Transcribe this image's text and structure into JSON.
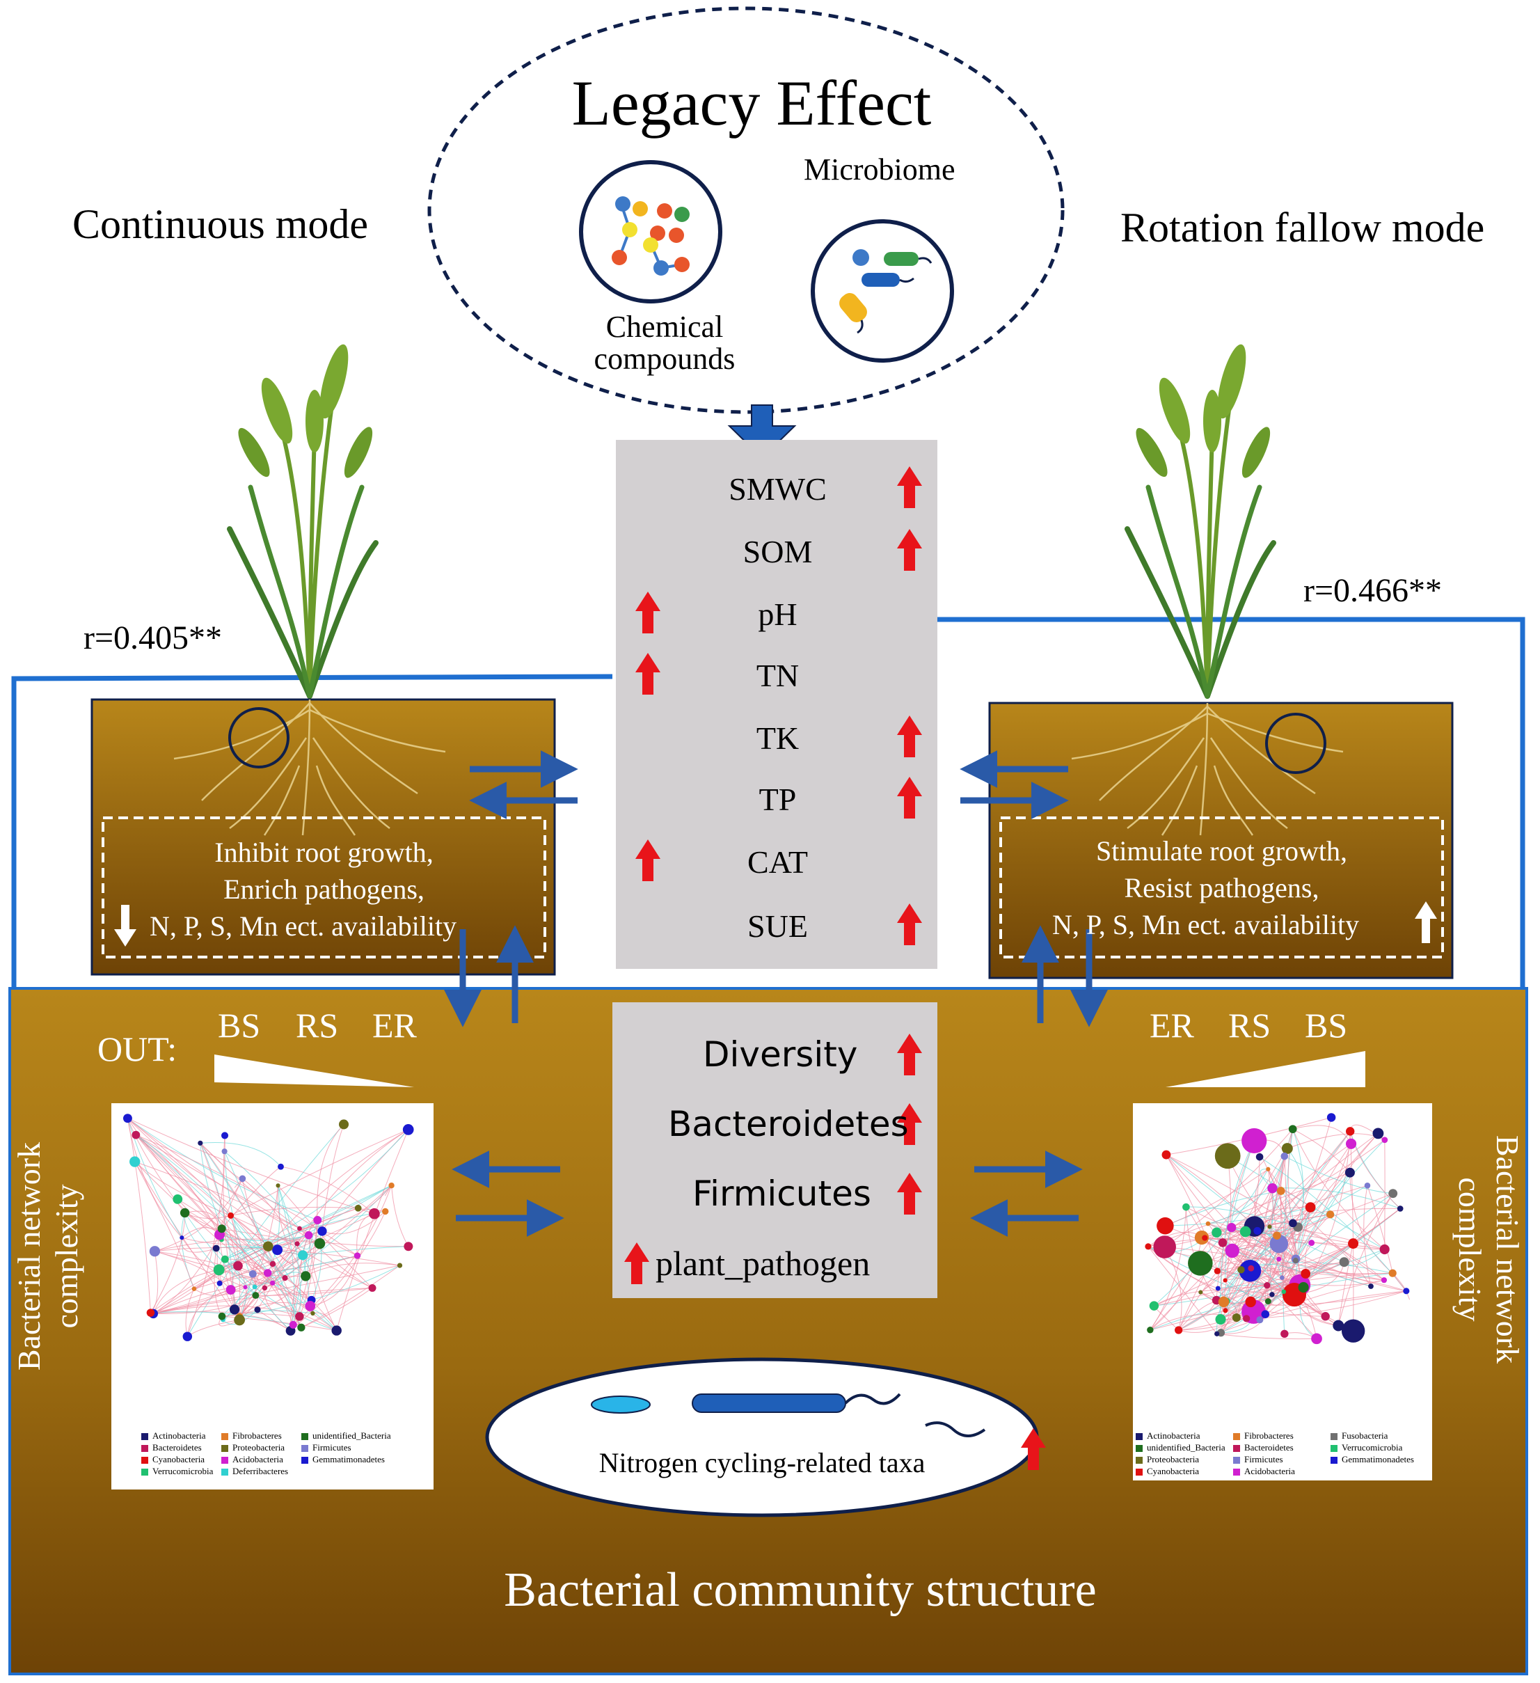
{
  "header": {
    "title": "Legacy Effect",
    "left_mode": "Continuous mode",
    "right_mode": "Rotation fallow mode",
    "chemical_label_line1": "Chemical",
    "chemical_label_line2": "compounds",
    "microbiome_label": "Microbiome"
  },
  "correlations": {
    "left": "r=0.405**",
    "right": "r=0.466**"
  },
  "soil_properties": [
    {
      "label": "SMWC",
      "arrow": "right"
    },
    {
      "label": "SOM",
      "arrow": "right"
    },
    {
      "label": "pH",
      "arrow": "left"
    },
    {
      "label": "TN",
      "arrow": "left"
    },
    {
      "label": "TK",
      "arrow": "right"
    },
    {
      "label": "TP",
      "arrow": "right"
    },
    {
      "label": "CAT",
      "arrow": "left"
    },
    {
      "label": "SUE",
      "arrow": "right"
    }
  ],
  "left_root_box": {
    "line1": "Inhibit root growth,",
    "line2": "Enrich pathogens,",
    "line3": "N, P, S, Mn ect. availability"
  },
  "right_root_box": {
    "line1": "Stimulate root growth,",
    "line2": "Resist pathogens,",
    "line3": "N, P, S, Mn ect. availability"
  },
  "community": {
    "items": [
      {
        "label": "Diversity"
      },
      {
        "label": "Bacteroidetes"
      },
      {
        "label": "Firmicutes"
      },
      {
        "label": "plant_pathogen"
      }
    ]
  },
  "otu": {
    "prefix": "OUT:",
    "left_labels": [
      "BS",
      "RS",
      "ER"
    ],
    "right_labels": [
      "ER",
      "RS",
      "BS"
    ]
  },
  "network_label_line1": "Bacterial network",
  "network_label_line2": "complexity",
  "nitrogen_label": "Nitrogen cycling-related taxa",
  "bottom_title": "Bacterial community structure",
  "left_legend": [
    {
      "name": "Actinobacteria",
      "color": "#1a1a6e"
    },
    {
      "name": "Fibrobacteres",
      "color": "#e07b28"
    },
    {
      "name": "unidentified_Bacteria",
      "color": "#1f6e1f"
    },
    {
      "name": "Bacteroidetes",
      "color": "#c0185a"
    },
    {
      "name": "Proteobacteria",
      "color": "#6b6b1a"
    },
    {
      "name": "Firmicutes",
      "color": "#7a7ad0"
    },
    {
      "name": "Cyanobacteria",
      "color": "#e01010"
    },
    {
      "name": "Acidobacteria",
      "color": "#d020d0"
    },
    {
      "name": "Gemmatimonadetes",
      "color": "#1a1ad0"
    },
    {
      "name": "Verrucomicrobia",
      "color": "#20c070"
    },
    {
      "name": "Deferribacteres",
      "color": "#30d0d0"
    }
  ],
  "right_legend": [
    {
      "name": "Actinobacteria",
      "color": "#1a1a6e"
    },
    {
      "name": "Fibrobacteres",
      "color": "#e07b28"
    },
    {
      "name": "Fusobacteria",
      "color": "#707070"
    },
    {
      "name": "unidentified_Bacteria",
      "color": "#1f6e1f"
    },
    {
      "name": "Bacteroidetes",
      "color": "#c0185a"
    },
    {
      "name": "Verrucomicrobia",
      "color": "#20c070"
    },
    {
      "name": "Proteobacteria",
      "color": "#6b6b1a"
    },
    {
      "name": "Firmicutes",
      "color": "#7a7ad0"
    },
    {
      "name": "Gemmatimonadetes",
      "color": "#1a1ad0"
    },
    {
      "name": "Cyanobacteria",
      "color": "#e01010"
    },
    {
      "name": "Acidobacteria",
      "color": "#d020d0"
    }
  ],
  "colors": {
    "soil_top": "#b8861a",
    "soil_bottom": "#7a4d08",
    "panel_gray": "#d3d0d2",
    "frame_blue": "#1f6fd0",
    "arrow_blue": "#2a5aa8",
    "up_arrow_red": "#e8141a",
    "dashed_navy": "#0f1f4a"
  }
}
